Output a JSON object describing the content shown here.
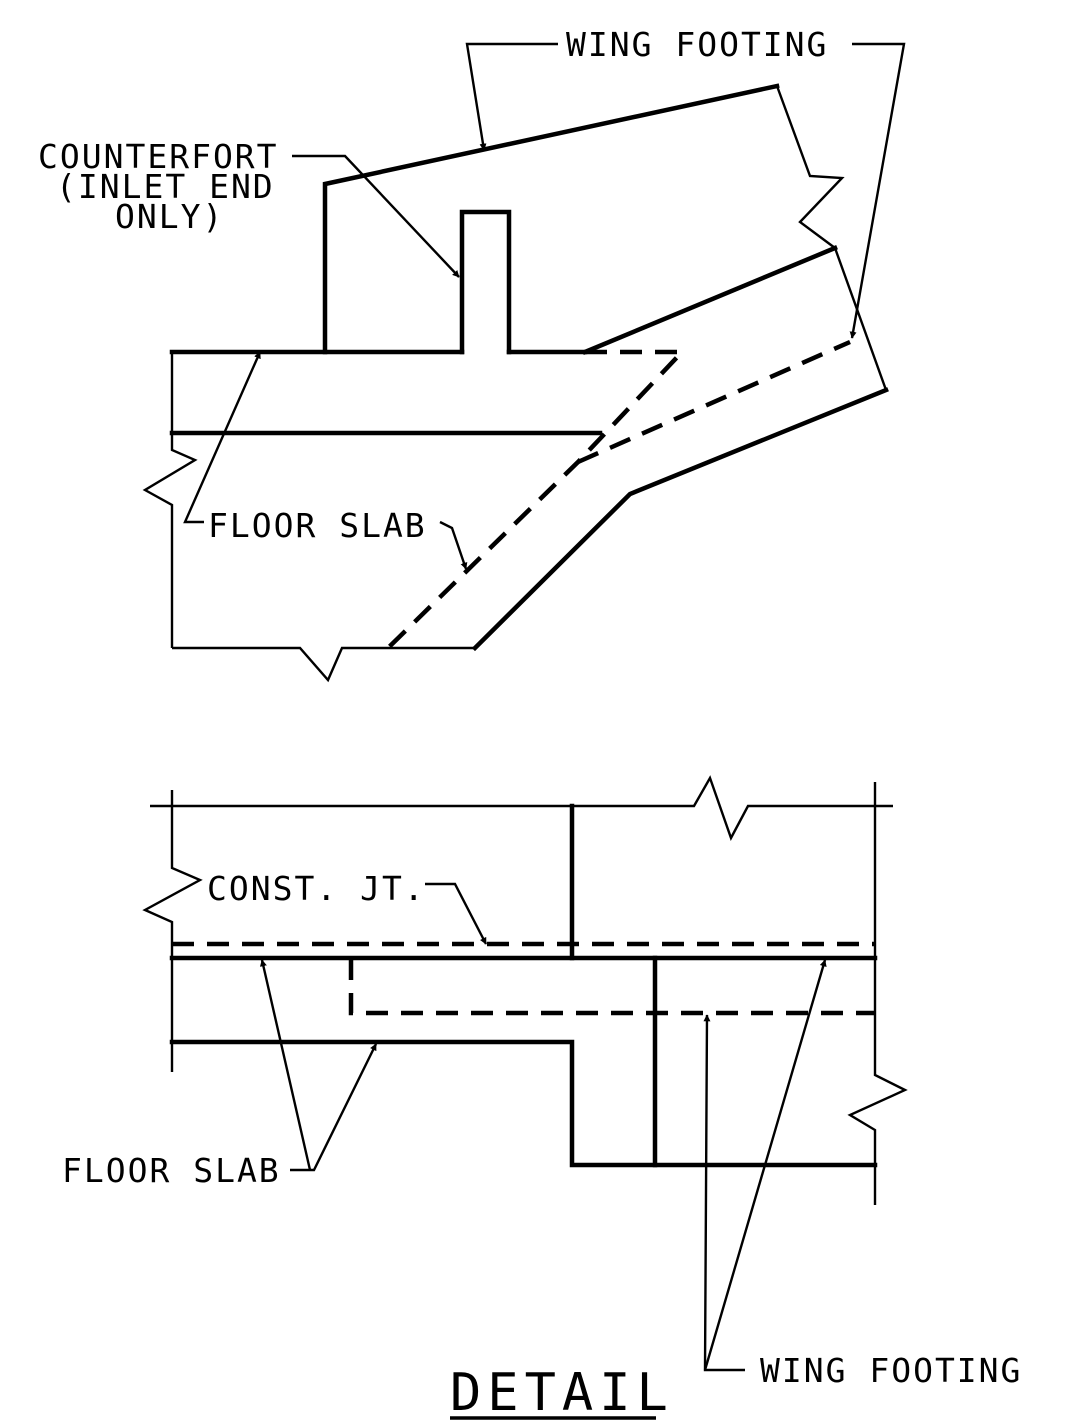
{
  "labels": {
    "wing_footing_top": "WING FOOTING",
    "counterfort_line1": "COUNTERFORT",
    "counterfort_line2": "(INLET END",
    "counterfort_line3": "ONLY)",
    "floor_slab_top": "FLOOR SLAB",
    "const_jt": "CONST. JT.",
    "floor_slab_bottom": "FLOOR SLAB",
    "wing_footing_bottom": "WING FOOTING"
  },
  "title": "DETAIL"
}
